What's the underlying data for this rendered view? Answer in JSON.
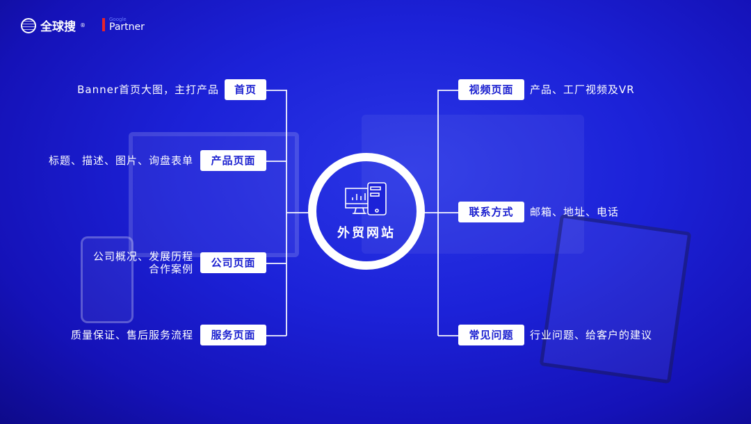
{
  "logo": {
    "brand": "全球搜",
    "registered": "®"
  },
  "partner": {
    "google": "Google",
    "label": "Partner"
  },
  "center": {
    "label": "外贸网站"
  },
  "left": [
    {
      "pill": "首页",
      "desc": "Banner首页大图，主打产品"
    },
    {
      "pill": "产品页面",
      "desc": "标题、描述、图片、询盘表单"
    },
    {
      "pill": "公司页面",
      "desc": "公司概况、发展历程",
      "desc2": "合作案例"
    },
    {
      "pill": "服务页面",
      "desc": "质量保证、售后服务流程"
    }
  ],
  "right": [
    {
      "pill": "视频页面",
      "desc": "产品、工厂视频及VR"
    },
    {
      "pill": "联系方式",
      "desc": "邮箱、地址、电话"
    },
    {
      "pill": "常见问题",
      "desc": "行业问题、给客户的建议"
    }
  ]
}
